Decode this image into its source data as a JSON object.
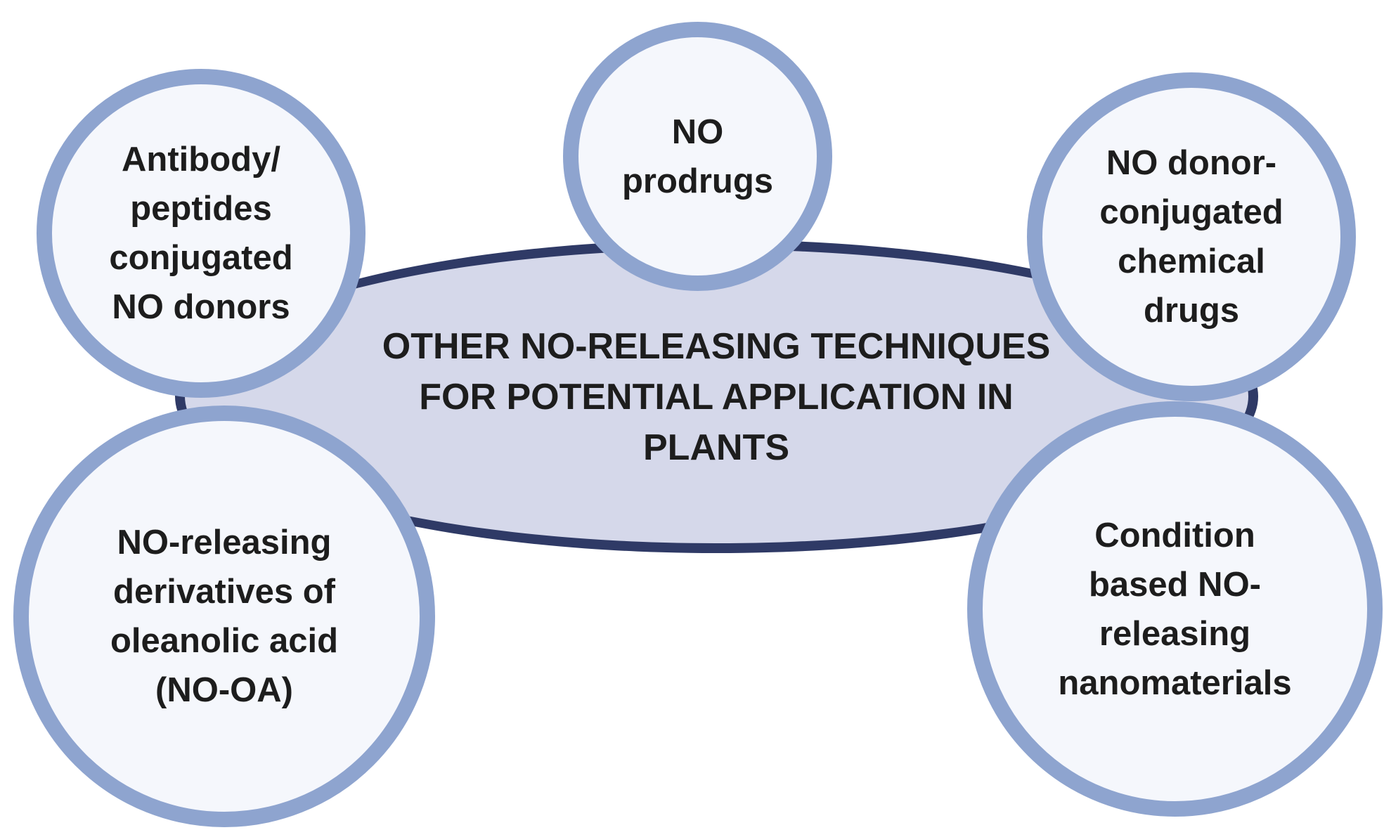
{
  "center": {
    "label": "OTHER NO-RELEASING TECHNIQUES\nFOR POTENTIAL APPLICATION IN\nPLANTS"
  },
  "nodes": {
    "antibody": {
      "label": "Antibody/\npeptides\nconjugated\nNO donors"
    },
    "prodrugs": {
      "label": "NO\nprodrugs"
    },
    "donor_conjugated": {
      "label": "NO donor-\nconjugated\nchemical\ndrugs"
    },
    "no_oa": {
      "label": "NO-releasing\nderivatives of\noleanolic acid\n(NO-OA)"
    },
    "nanomaterials": {
      "label": "Condition\nbased NO-\nreleasing\nnanomaterials"
    }
  },
  "colors": {
    "ellipse_fill": "#d5d8ea",
    "ellipse_border": "#2f3a66",
    "circle_fill": "#f5f7fc",
    "circle_border": "#8ea4cf",
    "text": "#1d1d1d"
  }
}
